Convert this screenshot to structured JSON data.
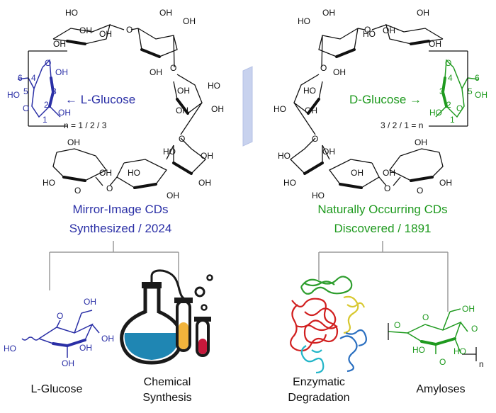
{
  "left_panel": {
    "glucose_label": "L-Glucose",
    "repeat_label": "n = 1 / 2 / 3",
    "atom_numbers": [
      "6",
      "4",
      "5",
      "3",
      "2",
      "1"
    ],
    "title_line1": "Mirror-Image CDs",
    "title_line2": "Synthesized / 2024",
    "caption_left": "L-Glucose",
    "caption_right_line1": "Chemical",
    "caption_right_line2": "Synthesis"
  },
  "right_panel": {
    "glucose_label": "D-Glucose",
    "repeat_label": "3 / 2 / 1 = n",
    "atom_numbers": [
      "4",
      "6",
      "3",
      "5",
      "2",
      "1"
    ],
    "title_line1": "Naturally Occurring CDs",
    "title_line2": "Discovered / 1891",
    "caption_left_line1": "Enzymatic",
    "caption_left_line2": "Degradation",
    "caption_right": "Amyloses",
    "polymer_n": "n"
  },
  "groups": {
    "oh": "OH",
    "ho": "HO",
    "o": "O"
  },
  "colors": {
    "blue": "#2a2fa6",
    "green": "#1f9a1f",
    "flask_liquid": "#1f86b3",
    "tube_yellow": "#f2b43c",
    "tube_red": "#c6183b",
    "protein": [
      "#d11f1f",
      "#2e9e2e",
      "#d8c830",
      "#2a6fc0",
      "#22b5c8"
    ]
  }
}
